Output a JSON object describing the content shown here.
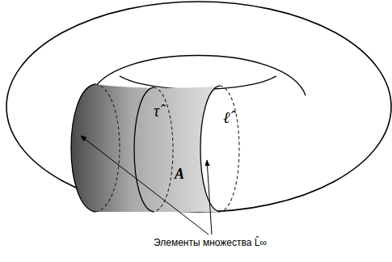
{
  "diagram": {
    "labels": [
      "τ̂",
      "ℓ̂",
      "A",
      "Элементы множества L̂∞"
    ]
  }
}
